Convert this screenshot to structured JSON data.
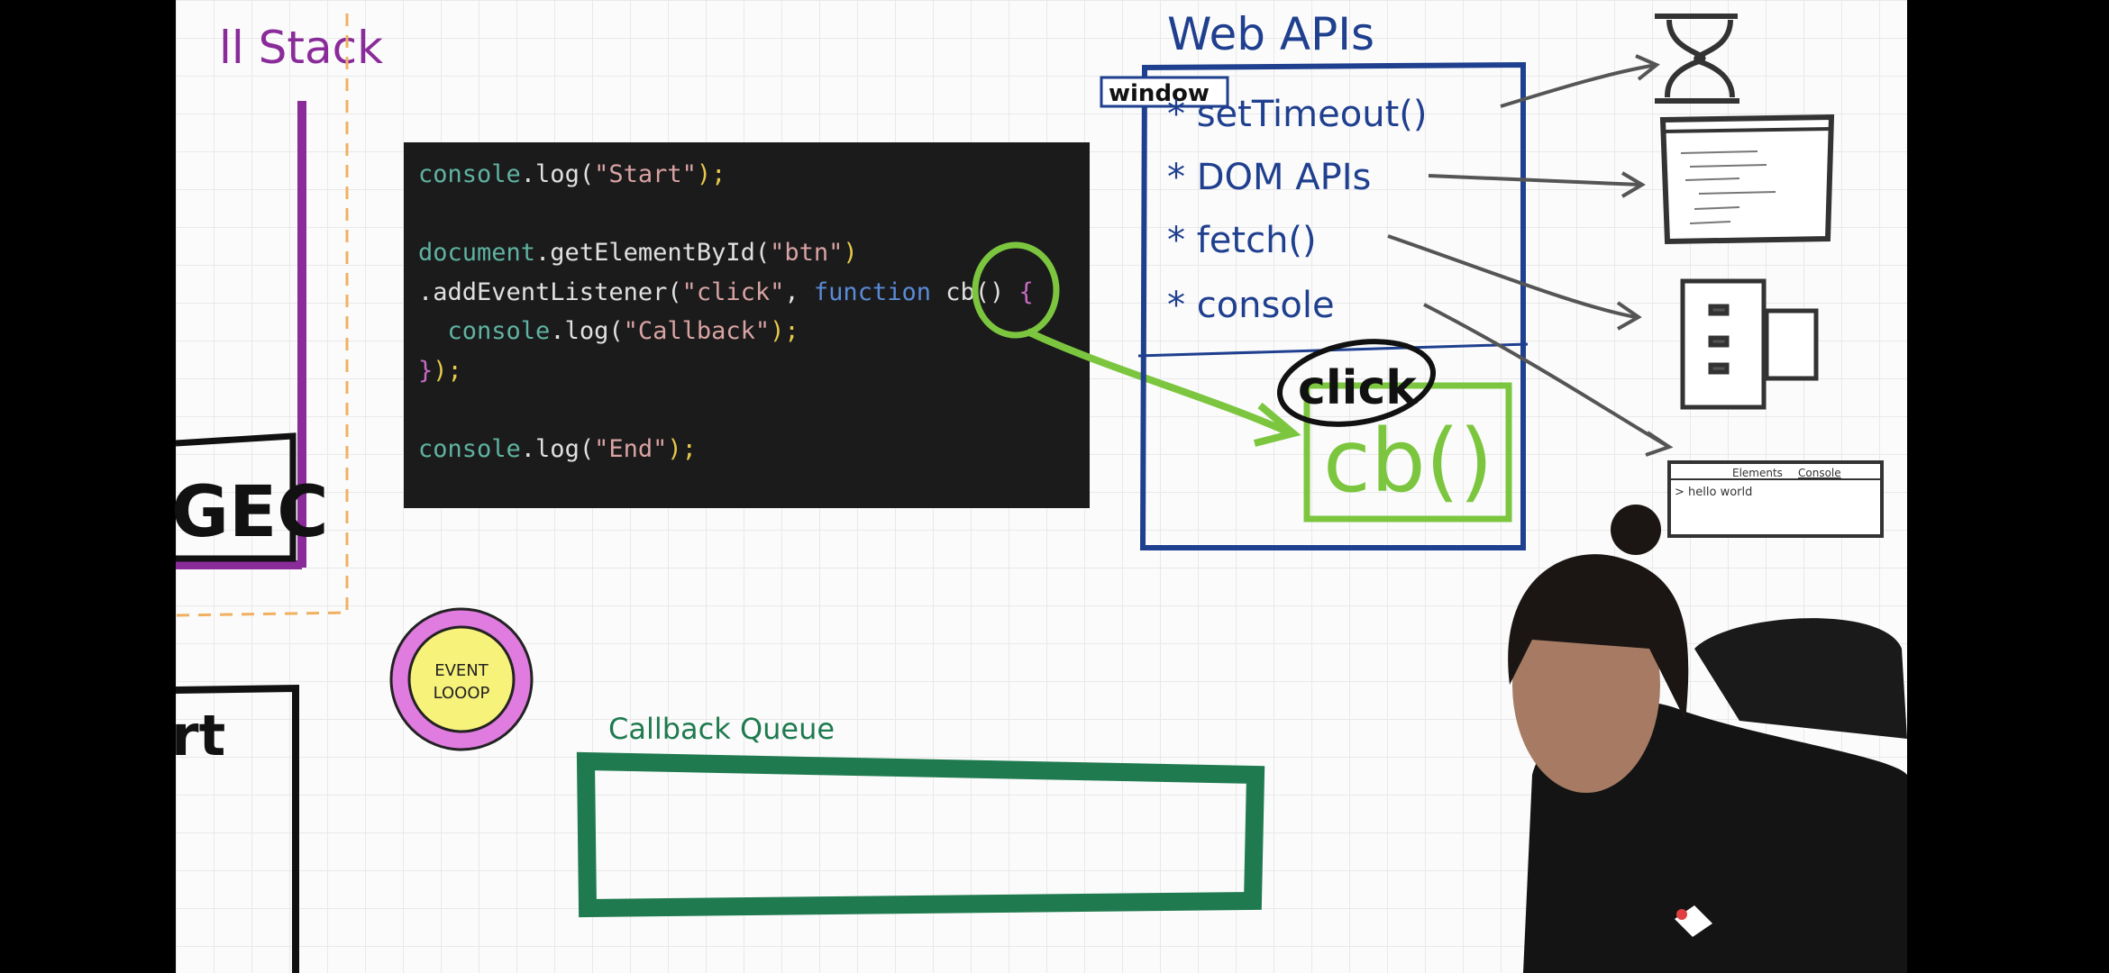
{
  "call_stack": {
    "title": "ll Stack",
    "gec_label": "GEC",
    "bottom_label": "rt"
  },
  "code": {
    "lines": [
      [
        "console",
        ".log(",
        "\"Start\"",
        ");"
      ],
      [],
      [
        "document",
        ".getElementById(",
        "\"btn\"",
        ")"
      ],
      [
        ".addEventListener(",
        "\"click\"",
        ", ",
        "function ",
        "cb() ",
        "{"
      ],
      [
        "  console",
        ".log(",
        "\"Callback\"",
        ");"
      ],
      [
        "}",
        ");"
      ],
      [],
      [
        "console",
        ".log(",
        "\"End\"",
        ");"
      ]
    ]
  },
  "web_apis": {
    "title": "Web APIs",
    "scope_label": "window",
    "items": [
      "* setTimeout()",
      "* DOM APIs",
      "* fetch()",
      "* console"
    ],
    "event_label": "click",
    "callback_label": "cb()"
  },
  "icons": {
    "devtools_tabs": [
      "Elements",
      "Console"
    ],
    "devtools_output": "> hello world"
  },
  "event_loop": {
    "label_line1": "EVENT",
    "label_line2": "LOOOP"
  },
  "callback_queue": {
    "label": "Callback Queue"
  },
  "colors": {
    "call_stack": "#8a2b9a",
    "web_apis": "#1f3f8f",
    "callback": "#7cc63f",
    "queue": "#1f7a4f",
    "event_loop_ring": "#e07be0",
    "event_loop_fill": "#f7f27a"
  }
}
